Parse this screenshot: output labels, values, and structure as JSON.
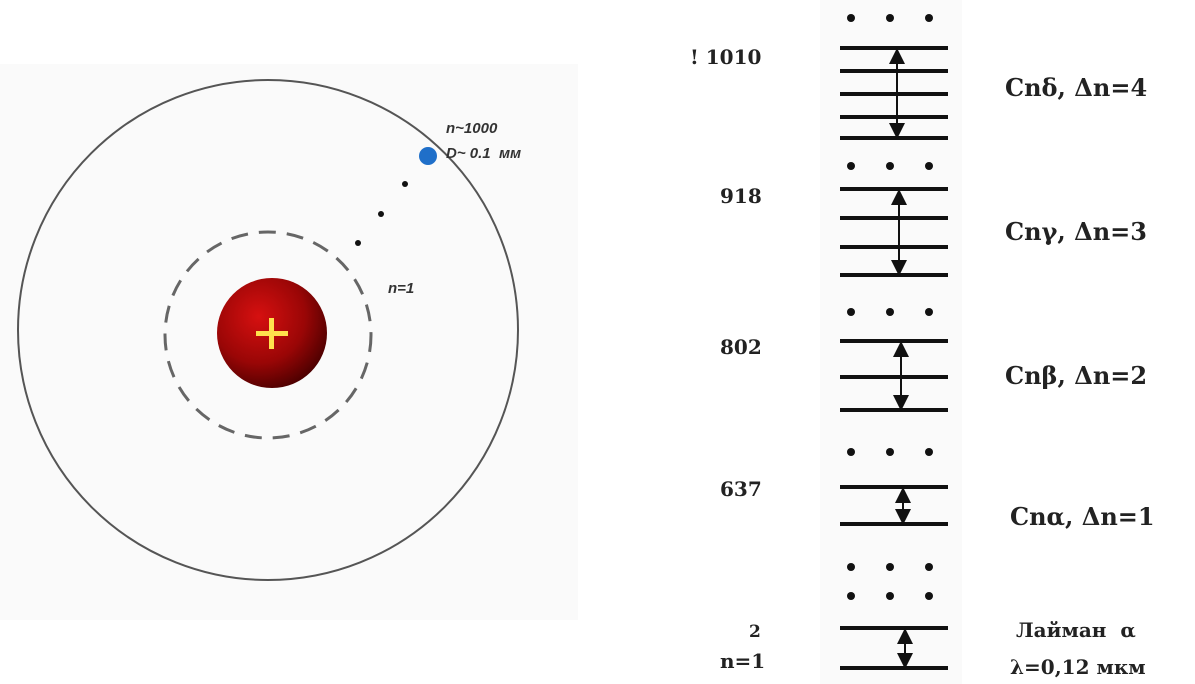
{
  "atom": {
    "inner_orbit_label": "n=1",
    "outer_orbit_label_line1": "n~1000",
    "outer_orbit_label_line2": "D~ 0.1  мм",
    "nucleus_symbol": "+",
    "colors": {
      "nucleus_center": "#d61010",
      "nucleus_edge": "#4a0000",
      "plus_sign": "#ffe14d",
      "electron": "#1f6fc9"
    }
  },
  "levels": {
    "left_numbers": [
      "! 1010",
      "918",
      "802",
      "637",
      "2",
      "n=1"
    ],
    "transitions": [
      {
        "name": "Cnδ, Δn=4"
      },
      {
        "name": "Cnγ, Δn=3"
      },
      {
        "name": "Cnβ, Δn=2"
      },
      {
        "name": "Cnα, Δn=1"
      },
      {
        "name": "Лайман  α"
      }
    ],
    "wavelength_label": "λ=0,12 мкм"
  }
}
